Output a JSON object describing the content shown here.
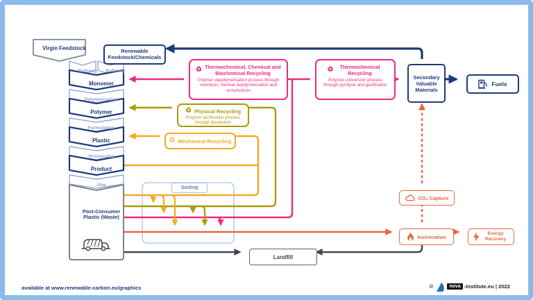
{
  "chain": {
    "virgin": "Virgin Feedstock",
    "renewable": "Renewable Feedstock/Chemicals",
    "steps": [
      "Refining",
      "Refining",
      "Polymerisation",
      "Formulation",
      "Processing",
      "Use"
    ],
    "stages": [
      "Monomer",
      "Polymer",
      "Plastic",
      "Product"
    ],
    "post_consumer": "Post-Consumer Plastic (Waste)",
    "sorting": "Sorting"
  },
  "processes": {
    "tcb": {
      "title": "Thermochemical, Chemical and Biochemical Recycling",
      "desc": "Polymer depolymerisation process through solvolysis, thermal depolymerisation and enzymolysis"
    },
    "thermo": {
      "title": "Thermochemical Recycling",
      "desc": "Polymer conversion process through pyrolysis and gasification"
    },
    "physical": {
      "title": "Physical Recycling",
      "desc": "Polymer purification process through dissolution"
    },
    "mechanical": {
      "title": "Mechanical Recycling"
    }
  },
  "sinks": {
    "svm": "Secondary Valuable Materials",
    "fuels": "Fuels",
    "co2": "CO₂ Capture",
    "incineration": "Incineration",
    "energy": "Energy Recovery",
    "landfill": "Landfill"
  },
  "icons": {
    "recycle": "♻"
  },
  "footer": {
    "available": "available at www.renewable-carbon.eu/graphics",
    "copyright": "©",
    "nova": "nova",
    "credit": "-Institute.eu | 2022"
  },
  "colors": {
    "navy": "#1e3a78",
    "pink": "#ee2a7b",
    "olive": "#ab9a05",
    "orange": "#f7a823",
    "flame_orange": "#e8673f",
    "steel_gray": "#40474f",
    "frame_blue": "#8abbe8"
  }
}
